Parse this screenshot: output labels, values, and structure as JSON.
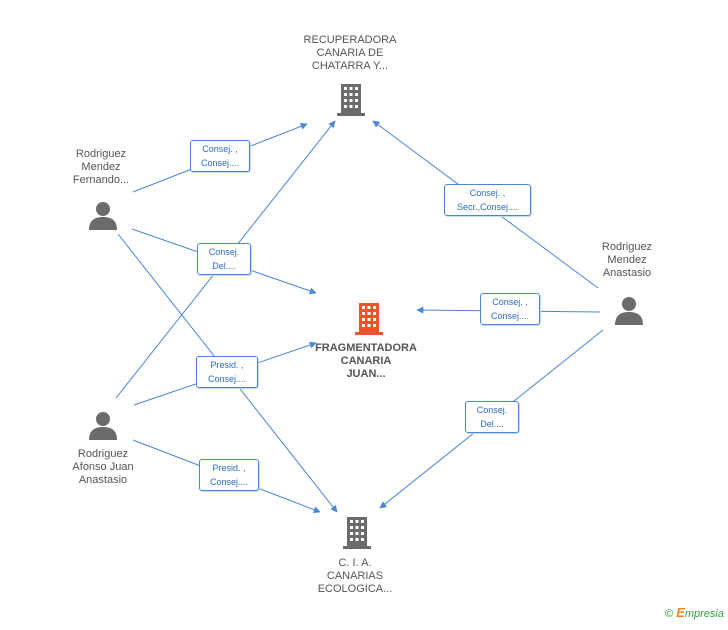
{
  "nodes": {
    "recuperadora": {
      "lines": [
        "RECUPERADORA",
        "CANARIA DE",
        "CHATARRA Y..."
      ],
      "type": "company"
    },
    "fragmentadora": {
      "lines": [
        "FRAGMENTADORA",
        "CANARIA",
        "JUAN..."
      ],
      "type": "company-main"
    },
    "cia": {
      "lines": [
        "C. I. A.",
        "CANARIAS",
        "ECOLOGICA..."
      ],
      "type": "company"
    },
    "rodriguez_fernando": {
      "lines": [
        "Rodriguez",
        "Mendez",
        "Fernando..."
      ],
      "type": "person"
    },
    "rodriguez_anastasio": {
      "lines": [
        "Rodriguez",
        "Mendez",
        "Anastasio"
      ],
      "type": "person"
    },
    "rodriguez_afonso": {
      "lines": [
        "Rodriguez",
        "Afonso Juan",
        "Anastasio"
      ],
      "type": "person"
    }
  },
  "relations": [
    {
      "id": "r1",
      "lines": [
        "Consej. ,",
        "Consej...."
      ]
    },
    {
      "id": "r2",
      "lines": [
        "Consej.",
        "Del...."
      ]
    },
    {
      "id": "r3",
      "lines": [
        "Consej. ,",
        "Secr.,Consej...."
      ]
    },
    {
      "id": "r4",
      "lines": [
        "Consej. ,",
        "Consej...."
      ]
    },
    {
      "id": "r5",
      "lines": [
        "Presid. ,",
        "Consej...."
      ]
    },
    {
      "id": "r6",
      "lines": [
        "Consej.",
        "Del...."
      ]
    },
    {
      "id": "r7",
      "lines": [
        "Presid. ,",
        "Consej...."
      ]
    }
  ],
  "colors": {
    "edge": "#4a86d6",
    "icon_gray": "#6b6b6b",
    "icon_main": "#f0522a"
  },
  "icons": {
    "company": "building-icon",
    "person": "person-icon"
  },
  "footer": {
    "copyright": "©",
    "brand_initial": "E",
    "brand_rest": "mpresia"
  }
}
